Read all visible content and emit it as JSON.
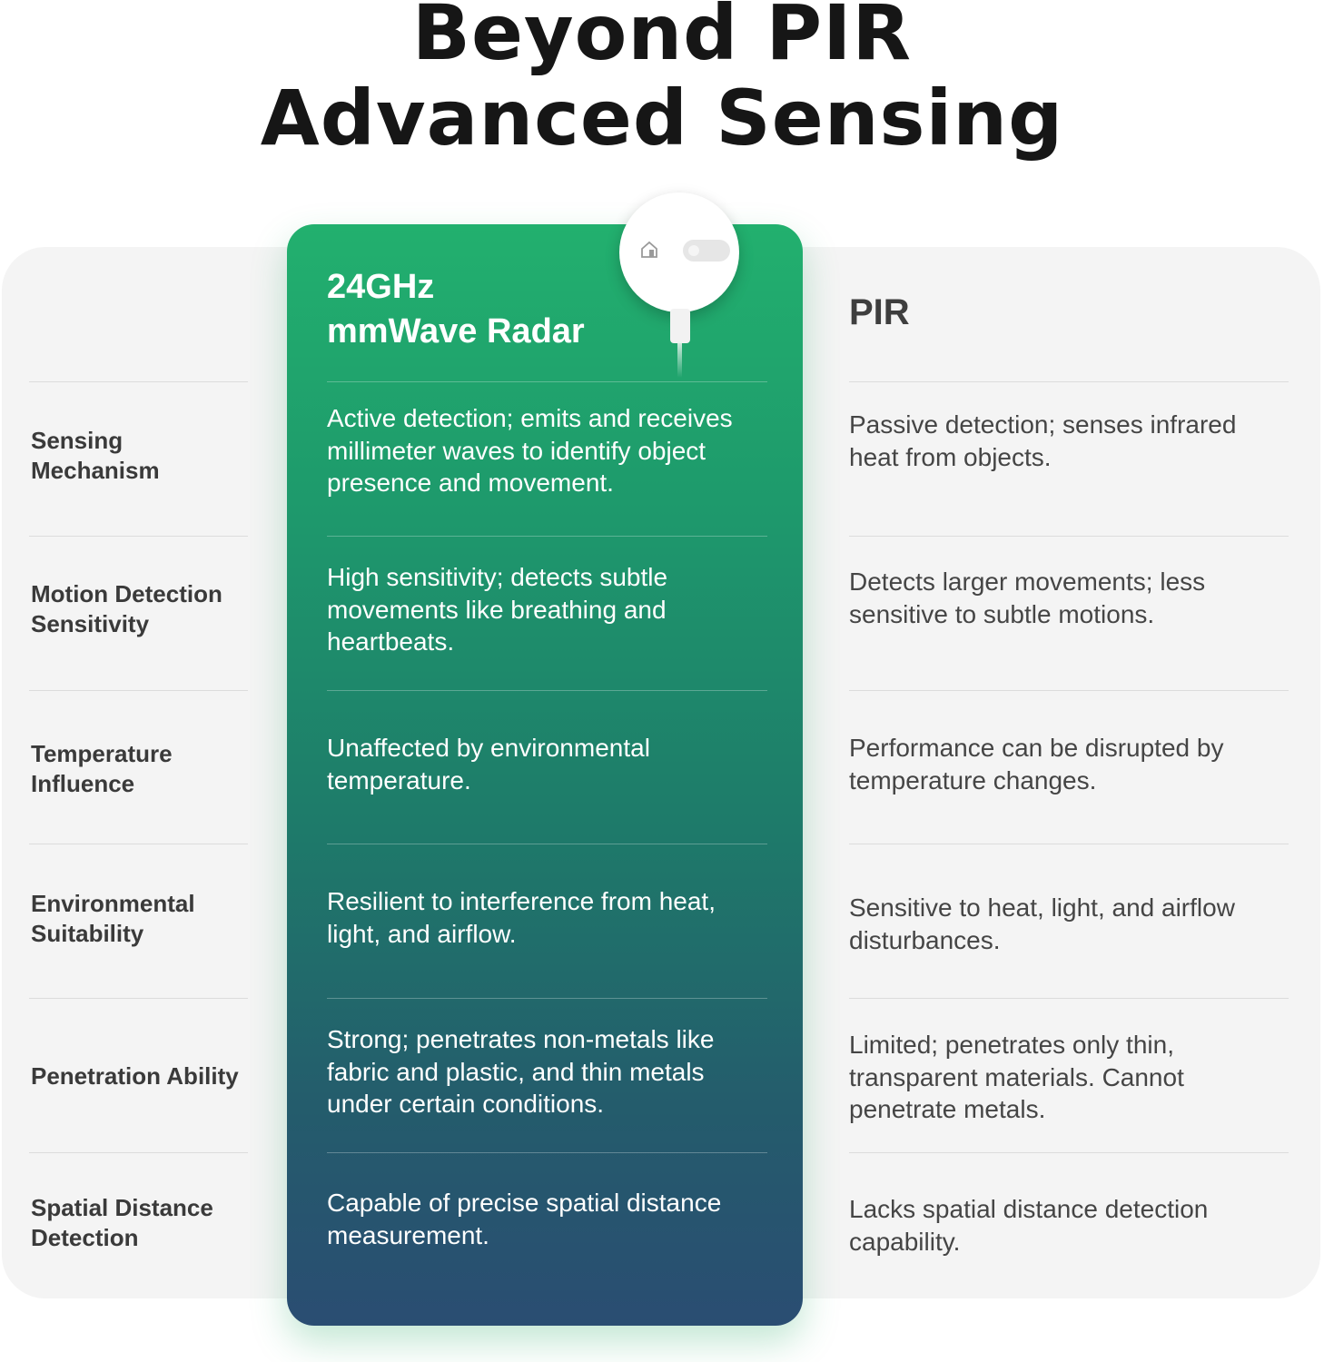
{
  "headline": {
    "line1": "Beyond PIR",
    "line2": "Advanced Sensing"
  },
  "radar": {
    "title_line1": "24GHz",
    "title_line2": "mmWave Radar"
  },
  "pir": {
    "title": "PIR"
  },
  "rows": [
    {
      "label": [
        "Sensing",
        "Mechanism"
      ],
      "radar": [
        "Active detection; emits and receives",
        "millimeter waves to identify object",
        "presence and movement."
      ],
      "pir": [
        "Passive detection; senses infrared",
        "heat from objects."
      ]
    },
    {
      "label": [
        "Motion Detection",
        "Sensitivity"
      ],
      "radar": [
        "High sensitivity; detects subtle",
        "movements like breathing and",
        "heartbeats."
      ],
      "pir": [
        "Detects larger movements; less",
        "sensitive to subtle motions."
      ]
    },
    {
      "label": [
        "Temperature",
        "Influence"
      ],
      "radar": [
        "Unaffected by environmental",
        "temperature."
      ],
      "pir": [
        "Performance can be disrupted by",
        "temperature changes."
      ]
    },
    {
      "label": [
        "Environmental",
        "Suitability"
      ],
      "radar": [
        "Resilient to interference from heat,",
        "light, and airflow."
      ],
      "pir": [
        "Sensitive to heat, light, and airflow",
        "disturbances."
      ]
    },
    {
      "label": [
        "Penetration Ability"
      ],
      "radar": [
        "Strong; penetrates non-metals like",
        "fabric and plastic, and thin metals",
        "under certain conditions."
      ],
      "pir": [
        "Limited; penetrates only thin,",
        "transparent materials. Cannot",
        "penetrate metals."
      ]
    },
    {
      "label": [
        "Spatial Distance",
        "Detection"
      ],
      "radar": [
        "Capable of precise spatial distance",
        "measurement."
      ],
      "pir": [
        "Lacks spatial distance detection",
        "capability."
      ]
    }
  ]
}
